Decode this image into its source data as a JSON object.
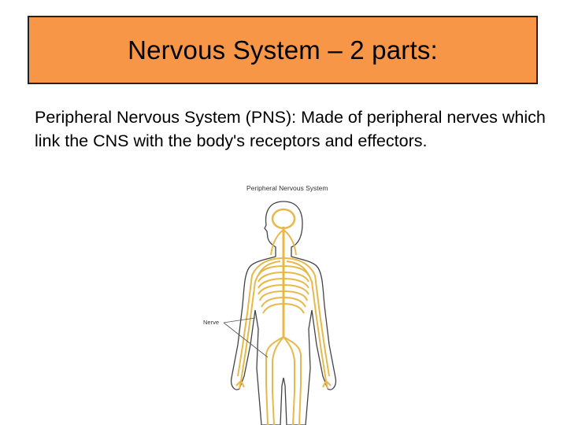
{
  "slide": {
    "title": "Nervous System – 2 parts:",
    "body": {
      "term": "Peripheral Nervous System (PNS):",
      "definition": "  Made of peripheral nerves which link the CNS with the body's receptors and effectors."
    },
    "figure": {
      "caption": "Peripheral Nervous System",
      "label": "Nerve"
    }
  },
  "colors": {
    "title_background": "#f79646",
    "nerve": "#e8b84a",
    "outline": "#444444"
  }
}
